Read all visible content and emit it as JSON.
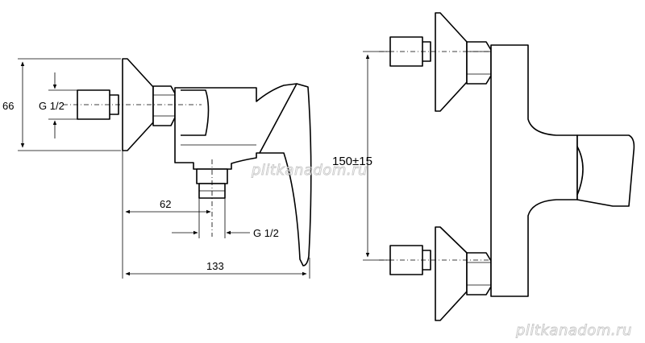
{
  "dimensions": {
    "height_66": "66",
    "thread_inlet": "G 1/2",
    "offset_62": "62",
    "thread_outlet": "G 1/2",
    "length_133": "133",
    "spacing": "150±15"
  },
  "watermark": {
    "center": "plitkanadom.ru",
    "bottom_right": "plitkanadom.ru"
  }
}
